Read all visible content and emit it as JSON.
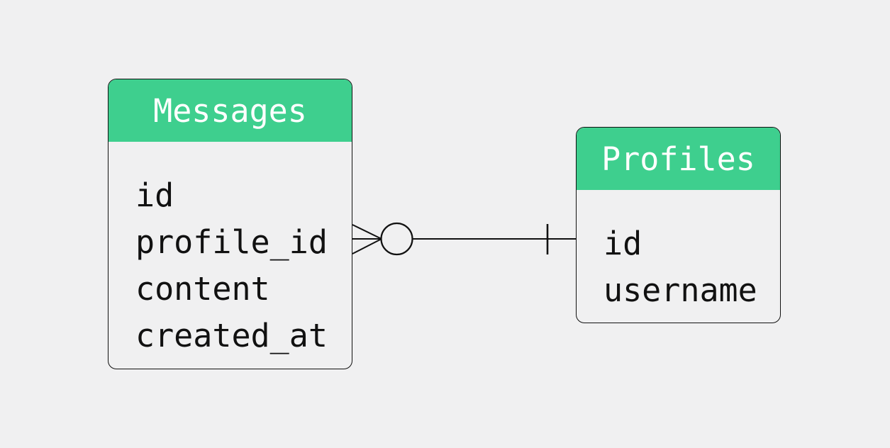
{
  "diagram": {
    "type": "entity-relationship",
    "entities": [
      {
        "name": "Messages",
        "fields": [
          "id",
          "profile_id",
          "content",
          "created_at"
        ]
      },
      {
        "name": "Profiles",
        "fields": [
          "id",
          "username"
        ]
      }
    ],
    "relationship": {
      "from_entity": "Messages",
      "to_entity": "Profiles",
      "from_cardinality": "zero-or-many",
      "to_cardinality": "one",
      "notation": "crow-foot"
    },
    "colors": {
      "header": "#3ECF8E",
      "header_text": "#FFFFFF",
      "background": "#F0F0F1",
      "box_fill": "#F0F0F1",
      "line": "#111111",
      "text": "#111111"
    }
  }
}
